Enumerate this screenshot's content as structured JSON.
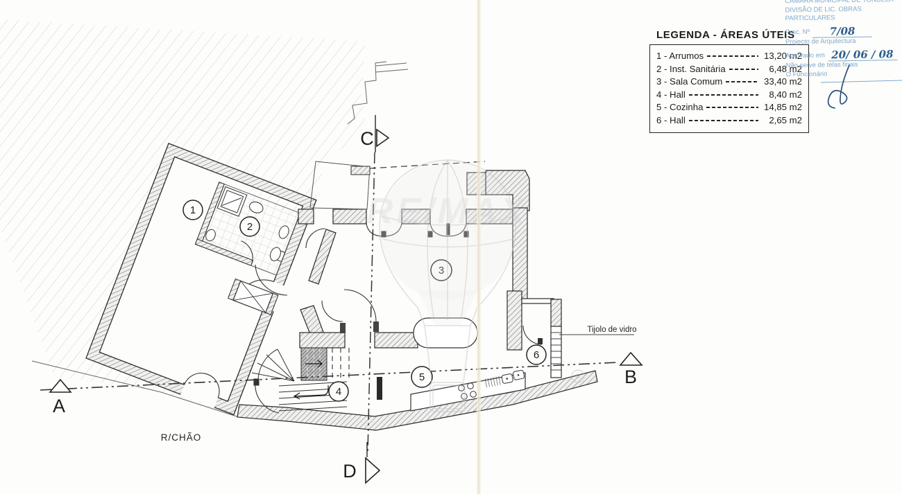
{
  "legend": {
    "title": "LEGENDA - ÁREAS ÚTEIS",
    "items": [
      {
        "label": "1 - Arrumos",
        "value": "13,20 m2"
      },
      {
        "label": "2 - Inst. Sanitária",
        "value": "6,48 m2"
      },
      {
        "label": "3 - Sala Comum",
        "value": "33,40 m2"
      },
      {
        "label": "4 - Hall",
        "value": "8,40 m2"
      },
      {
        "label": "5 - Cozinha",
        "value": "14,85 m2"
      },
      {
        "label": "6 - Hall",
        "value": "2,65 m2"
      }
    ]
  },
  "stamp": {
    "municipality_line": "CÂMARA MUNICIPAL DE TONDELA",
    "division_line": "DIVISÃO DE LIC. OBRAS",
    "department_line": "PARTICULARES",
    "process_label": "Proc. Nº",
    "process_value": "7/08",
    "project_line": "Projecto de Arquitectura",
    "approved_label": "Aprovado em",
    "approved_value": "20/ 06 / 08",
    "note_line": "Não serve de telas finais",
    "official_line": "O Funcionário"
  },
  "plan": {
    "floor_label": "R/CHÃO",
    "glass_brick_label": "Tijolo de vidro",
    "room_numbers": [
      "1",
      "2",
      "3",
      "4",
      "5",
      "6"
    ],
    "sections": {
      "a": "A",
      "b": "B",
      "c": "C",
      "d": "D"
    }
  },
  "watermark": {
    "brand": "RE/MAX",
    "registered": "R"
  },
  "colors": {
    "stamp_blue": "#7fa9cc",
    "handwriting_blue": "#2f5e8e",
    "ink": "#222222",
    "watermark_gray": "#cccccc"
  }
}
